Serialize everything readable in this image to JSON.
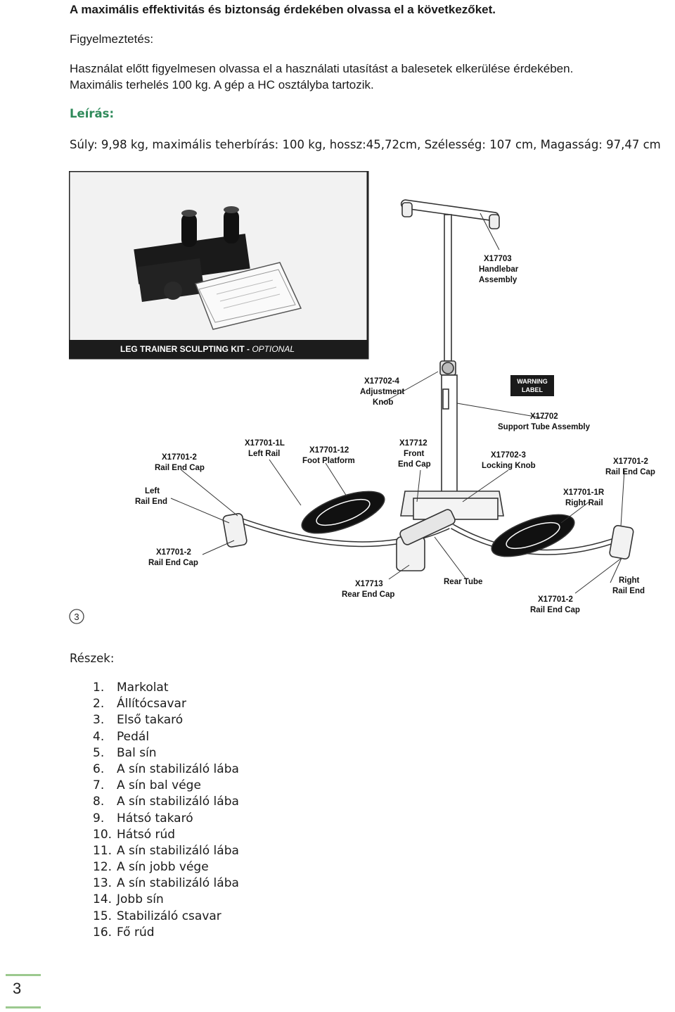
{
  "heading": "A maximális effektivitás és biztonság érdekében olvassa el a következőket.",
  "warning": {
    "title": "Figyelmeztetés:",
    "line1": "Használat előtt figyelmesen olvassa el a használati utasítást a balesetek elkerülése érdekében.",
    "line2": "Maximális terhelés 100 kg. A gép a HC osztályba tartozik."
  },
  "description": {
    "title": "Leírás:",
    "text": "Súly: 9,98 kg, maximális teherbírás: 100 kg, hossz:45,72cm, Szélesség: 107 cm, Magasság: 97,47 cm"
  },
  "figure": {
    "kit_caption": "LEG TRAINER SCULPTING KIT - ",
    "kit_caption_optional": "OPTIONAL",
    "figure_number": "3",
    "warning_label_line1": "WARNING",
    "warning_label_line2": "LABEL",
    "callouts": {
      "handlebar_code": "X17703",
      "handlebar_1": "Handlebar",
      "handlebar_2": "Assembly",
      "adj_code": "X17702-4",
      "adj_1": "Adjustment",
      "adj_2": "Knob",
      "support_code": "X17702",
      "support_1": "Support Tube Assembly",
      "leftrail_code": "X17701-1L",
      "leftrail_1": "Left Rail",
      "foot_code": "X17701-12",
      "foot_1": "Foot Platform",
      "front_code": "X17712",
      "front_1": "Front",
      "front_2": "End Cap",
      "lock_code": "X17702-3",
      "lock_1": "Locking Knob",
      "recap_tl_code": "X17701-2",
      "recap_tl_1": "Rail End Cap",
      "recap_tr_code": "X17701-2",
      "recap_tr_1": "Rail End Cap",
      "rightrail_code": "X17701-1R",
      "rightrail_1": "Right Rail",
      "leftend_1": "Left",
      "leftend_2": "Rail End",
      "recap_bl_code": "X17701-2",
      "recap_bl_1": "Rail End Cap",
      "rear_code": "X17713",
      "rear_1": "Rear End Cap",
      "reartube_1": "Rear Tube",
      "rightend_1": "Right",
      "rightend_2": "Rail End",
      "recap_br_code": "X17701-2",
      "recap_br_1": "Rail End Cap"
    }
  },
  "parts": {
    "title": "Részek:",
    "items": [
      {
        "num": "1.",
        "label": "Markolat"
      },
      {
        "num": "2.",
        "label": "Állítócsavar"
      },
      {
        "num": "3.",
        "label": "Első takaró"
      },
      {
        "num": "4.",
        "label": "Pedál"
      },
      {
        "num": "5.",
        "label": "Bal sín"
      },
      {
        "num": "6.",
        "label": "A sín stabilizáló lába"
      },
      {
        "num": "7.",
        "label": "A sín bal vége"
      },
      {
        "num": "8.",
        "label": "A sín stabilizáló lába"
      },
      {
        "num": "9.",
        "label": "Hátsó takaró"
      },
      {
        "num": "10.",
        "label": "Hátsó rúd"
      },
      {
        "num": "11.",
        "label": "A sín stabilizáló lába"
      },
      {
        "num": "12.",
        "label": "A sín jobb vége"
      },
      {
        "num": "13.",
        "label": "A sín stabilizáló lába"
      },
      {
        "num": "14.",
        "label": "Jobb sín"
      },
      {
        "num": "15.",
        "label": "Stabilizáló csavar"
      },
      {
        "num": "16.",
        "label": "Fő rúd"
      }
    ]
  },
  "page_number": "3",
  "colors": {
    "accent_green": "#2f8a5a",
    "footer_green": "#9cc98f"
  }
}
